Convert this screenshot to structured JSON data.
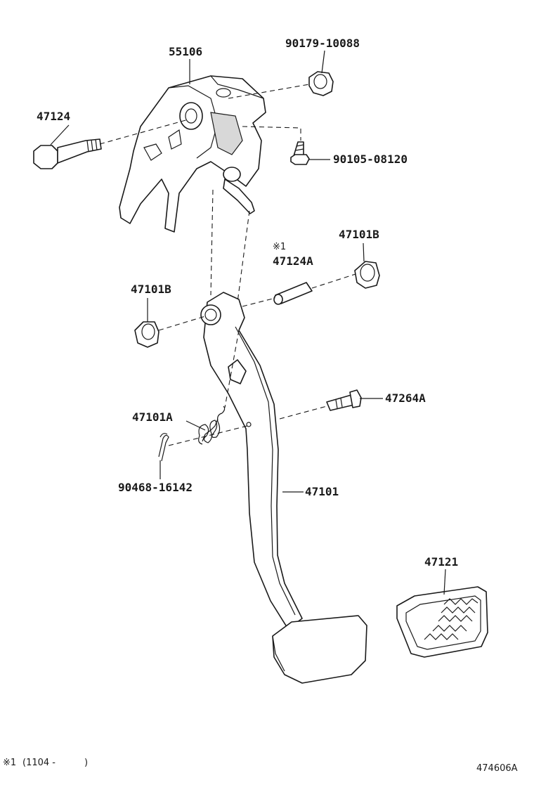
{
  "diagram": {
    "labels": {
      "bracket": "55106",
      "nut": "90179-10088",
      "bolt": "47124",
      "screw": "90105-08120",
      "bushing_right": "47101B",
      "note_marker": "※1",
      "pin": "47124A",
      "bushing_left": "47101B",
      "clevis_pin": "47264A",
      "spring": "47101A",
      "cotter_pin": "90468-16142",
      "pedal_arm": "47101",
      "pedal_pad": "47121"
    },
    "footnote": {
      "marker": "※1",
      "text": "(1104 -",
      "close": ")"
    },
    "figure_id": "474606A"
  }
}
